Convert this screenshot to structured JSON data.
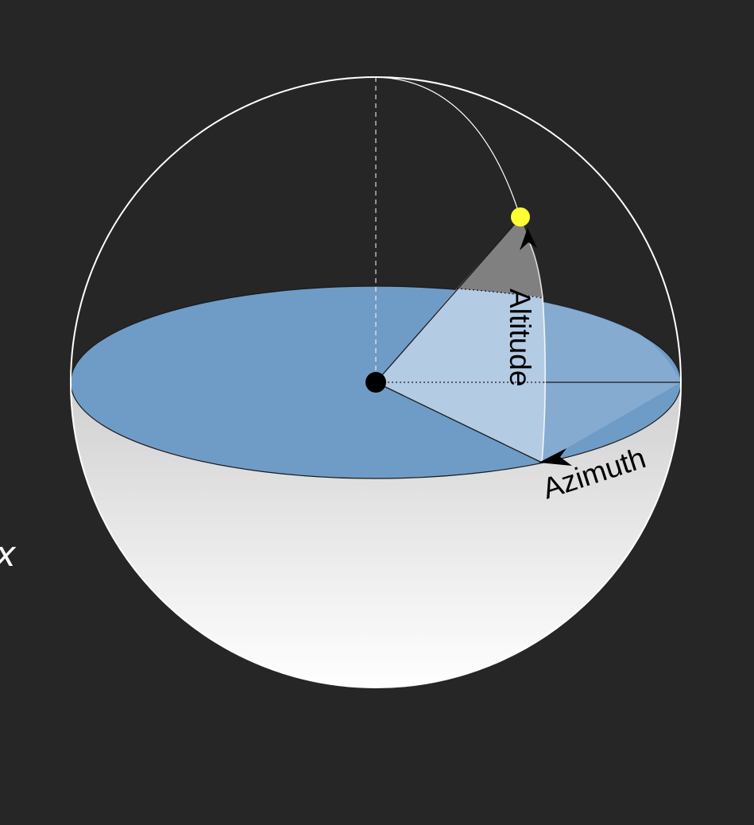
{
  "diagram": {
    "labels": {
      "altitude": "Altitude",
      "azimuth": "Azimuth",
      "edge_glyph": "x"
    },
    "colors": {
      "background": "#262626",
      "sphere_outline": "#ffffff",
      "horizon_plane": "#6e9cc6",
      "altitude_wedge_below": "#b4cbe4",
      "altitude_wedge_above": "#7f7f7f",
      "lower_hemisphere_top": "#d6d6d6",
      "lower_hemisphere_bottom": "#ffffff",
      "sun": "#ffff33",
      "observer": "#000000"
    },
    "icons": {
      "sun": "sun-dot-icon",
      "observer": "observer-dot-icon",
      "altitude_arrow": "arrowhead-icon",
      "azimuth_arrow": "arrowhead-icon"
    }
  }
}
